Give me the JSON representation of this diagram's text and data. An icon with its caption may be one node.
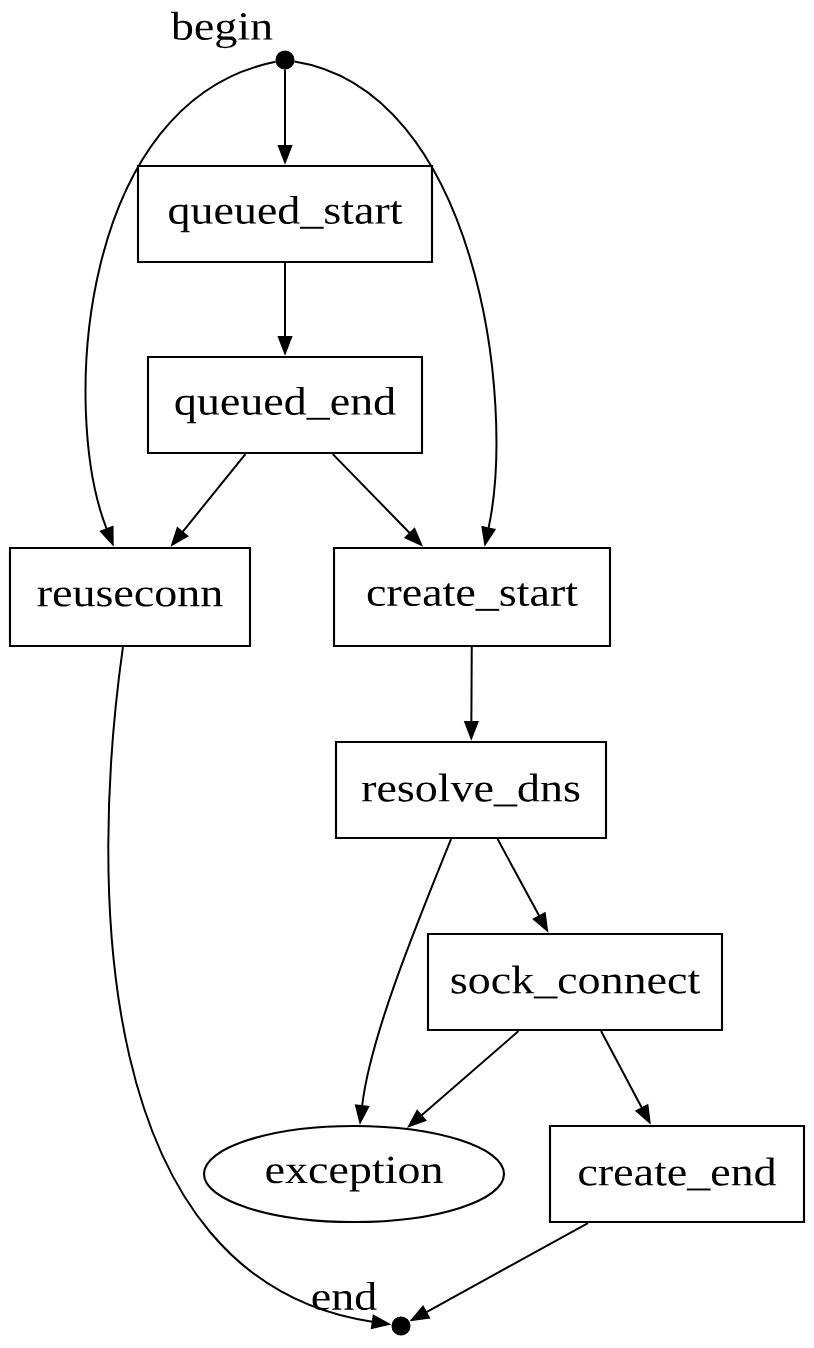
{
  "diagram": {
    "nodes": [
      {
        "text": [],
        "shape": "circle",
        "beside": [
          "begin"
        ]
      },
      {
        "text": [
          "queued_start"
        ]
      },
      {
        "text": [
          "queued_end"
        ]
      },
      {
        "text": [
          "reuseconn"
        ]
      },
      {
        "text": [
          "create_start"
        ]
      },
      {
        "text": [
          "resolve_dns"
        ]
      },
      {
        "text": [
          "sock_connect"
        ]
      },
      {
        "text": [
          "exception"
        ]
      },
      {
        "text": [
          "create_end"
        ]
      },
      {
        "text": [],
        "shape": "circle",
        "beside": [
          "end"
        ]
      }
    ],
    "edges": [
      {
        "from": 0,
        "to": 1,
        "arrow": "to"
      },
      {
        "from": 0,
        "to": 3,
        "arrow": "to"
      },
      {
        "from": 0,
        "to": 4,
        "arrow": "to"
      },
      {
        "from": 1,
        "to": 2,
        "arrow": "to"
      },
      {
        "from": 2,
        "to": 3,
        "arrow": "to"
      },
      {
        "from": 2,
        "to": 4,
        "arrow": "to"
      },
      {
        "from": 4,
        "to": 5,
        "arrow": "to"
      },
      {
        "from": 5,
        "to": 7,
        "arrow": "to"
      },
      {
        "from": 5,
        "to": 6,
        "arrow": "to"
      },
      {
        "from": 6,
        "to": 7,
        "arrow": "to"
      },
      {
        "from": 6,
        "to": 8,
        "arrow": "to"
      },
      {
        "from": 3,
        "to": 9,
        "arrow": "to"
      },
      {
        "from": 8,
        "to": 9,
        "arrow": "to"
      }
    ]
  }
}
